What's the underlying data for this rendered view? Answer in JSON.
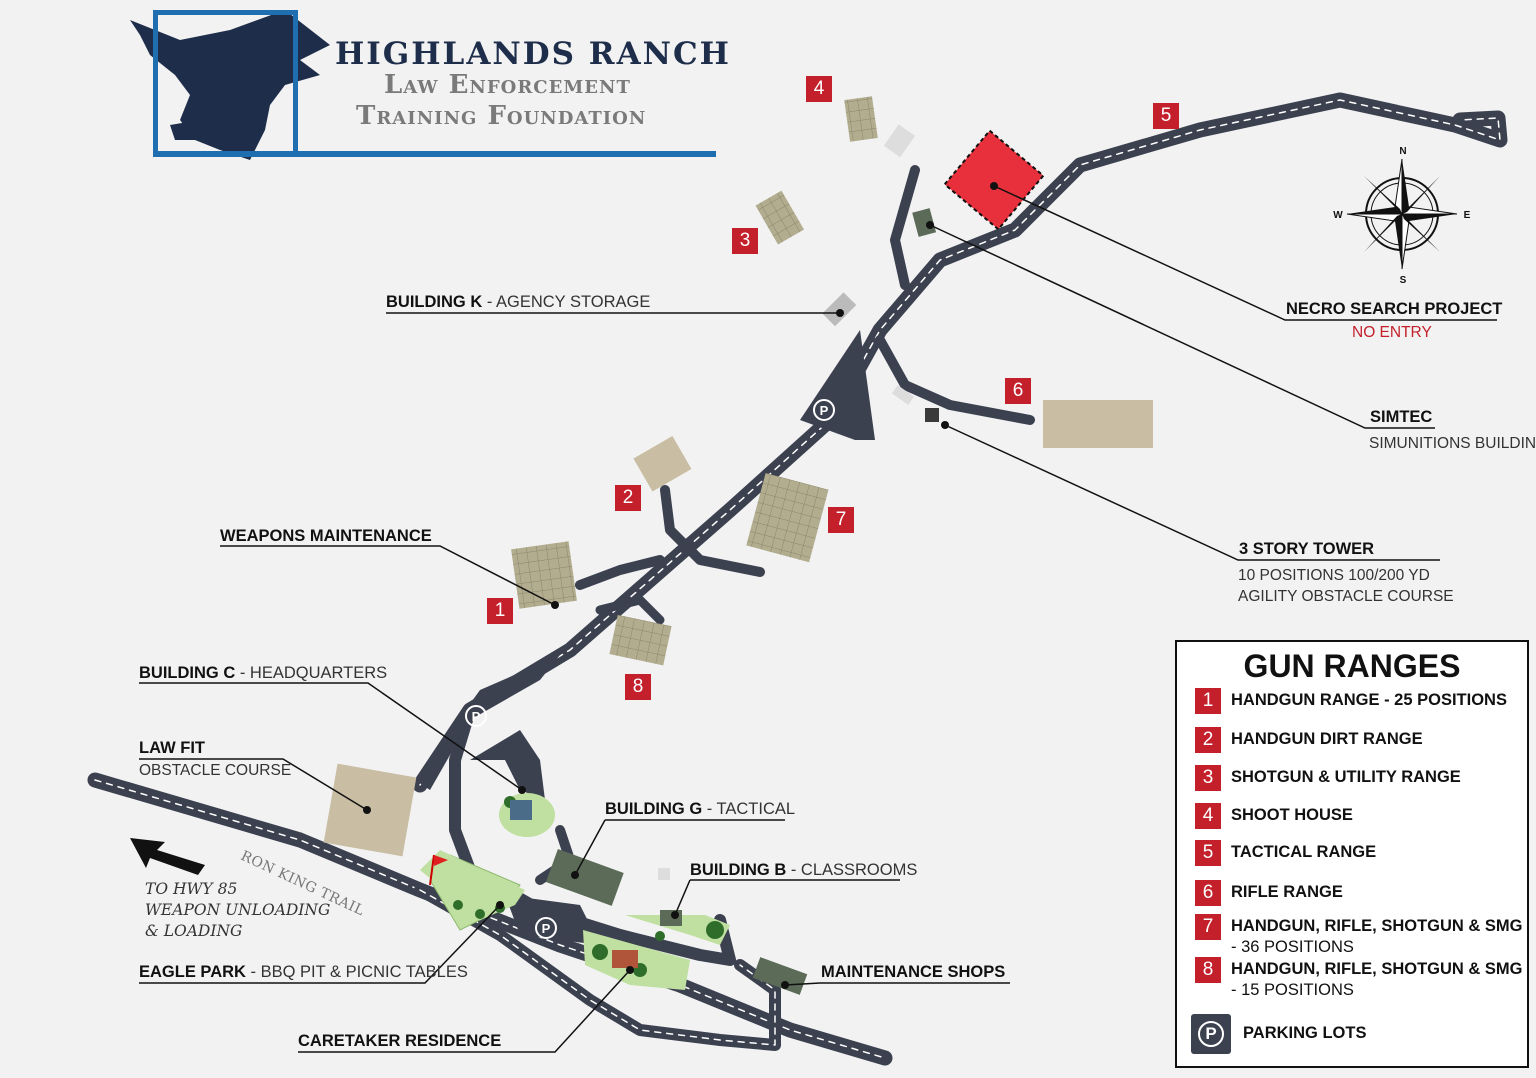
{
  "logo": {
    "line1": "HIGHLANDS RANCH",
    "line2": "Law Enforcement",
    "line3": "Training Foundation",
    "icon": "eagle-icon",
    "color": "#1f6fb0"
  },
  "compass": {
    "n": "N",
    "s": "S",
    "e": "E",
    "w": "W"
  },
  "map_badges": [
    {
      "num": "1"
    },
    {
      "num": "2"
    },
    {
      "num": "3"
    },
    {
      "num": "4"
    },
    {
      "num": "5"
    },
    {
      "num": "6"
    },
    {
      "num": "7"
    },
    {
      "num": "8"
    }
  ],
  "labels": {
    "building_k": {
      "bold": "BUILDING K",
      "thin": " - AGENCY STORAGE"
    },
    "necro": {
      "title": "NECRO SEARCH PROJECT",
      "sub": "NO ENTRY"
    },
    "simtec": {
      "title": "SIMTEC",
      "sub": "SIMUNITIONS BUILDING"
    },
    "tower": {
      "title": "3 STORY TOWER",
      "sub1": "10 POSITIONS 100/200 YD",
      "sub2": "AGILITY OBSTACLE COURSE"
    },
    "weapons": {
      "title": "WEAPONS MAINTENANCE"
    },
    "building_c": {
      "bold": "BUILDING C",
      "thin": " - HEADQUARTERS"
    },
    "law_fit": {
      "title": "LAW FIT",
      "sub": "OBSTACLE COURSE"
    },
    "building_g": {
      "bold": "BUILDING G",
      "thin": " - TACTICAL"
    },
    "building_b": {
      "bold": "BUILDING B",
      "thin": " - CLASSROOMS"
    },
    "eagle_park": {
      "bold": "EAGLE PARK",
      "thin": " - BBQ PIT & PICNIC TABLES"
    },
    "maintenance": {
      "title": "MAINTENANCE SHOPS"
    },
    "caretaker": {
      "title": "CARETAKER RESIDENCE"
    },
    "road": "RON KING TRAIL",
    "hwy": {
      "line1": "TO HWY 85",
      "line2": "WEAPON UNLOADING",
      "line3": "& LOADING"
    }
  },
  "parking_glyph": "P",
  "legend": {
    "title": "GUN RANGES",
    "items": [
      {
        "num": "1",
        "text": "HANDGUN RANGE - 25 POSITIONS",
        "sub": ""
      },
      {
        "num": "2",
        "text": "HANDGUN DIRT RANGE",
        "sub": ""
      },
      {
        "num": "3",
        "text": "SHOTGUN & UTILITY RANGE",
        "sub": ""
      },
      {
        "num": "4",
        "text": "SHOOT HOUSE",
        "sub": ""
      },
      {
        "num": "5",
        "text": "TACTICAL RANGE",
        "sub": ""
      },
      {
        "num": "6",
        "text": "RIFLE RANGE",
        "sub": ""
      },
      {
        "num": "7",
        "text": "HANDGUN, RIFLE, SHOTGUN & SMG",
        "sub": "- 36 POSITIONS"
      },
      {
        "num": "8",
        "text": "HANDGUN, RIFLE, SHOTGUN & SMG",
        "sub": "- 15 POSITIONS"
      }
    ],
    "parking": "PARKING LOTS"
  },
  "colors": {
    "road": "#3c4150",
    "badge_red": "#c3202c",
    "necro_red": "#e8303c",
    "range_tan": "#b3ad90",
    "lot_tan": "#c9bea3",
    "green": "#bfe0a0"
  }
}
